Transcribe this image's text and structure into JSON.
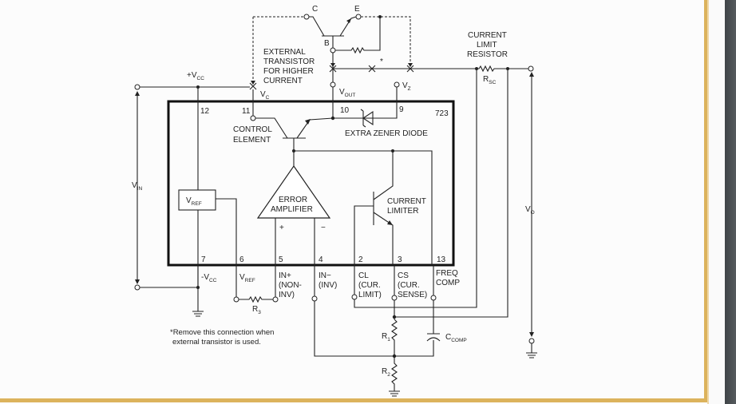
{
  "diagram": {
    "chip": "723",
    "transistor_pins": {
      "c": "C",
      "e": "E",
      "b": "B"
    },
    "external_transistor_label": [
      "EXTERNAL",
      "TRANSISTOR",
      "FOR HIGHER",
      "CURRENT"
    ],
    "current_limit_label": [
      "CURRENT",
      "LIMIT",
      "RESISTOR"
    ],
    "rsc": {
      "main": "R",
      "sub": "SC"
    },
    "vcc_plus": {
      "main": "+V",
      "sub": "CC"
    },
    "vc": {
      "main": "V",
      "sub": "C"
    },
    "vout": {
      "main": "V",
      "sub": "OUT"
    },
    "vz": {
      "main": "V",
      "sub": "Z"
    },
    "vin": {
      "main": "V",
      "sub": "IN"
    },
    "vo": {
      "main": "V",
      "sub": "O"
    },
    "control_element": [
      "CONTROL",
      "ELEMENT"
    ],
    "zener_label": "EXTRA ZENER DIODE",
    "vref_block": {
      "main": "V",
      "sub": "REF"
    },
    "error_amp": [
      "ERROR",
      "AMPLIFIER"
    ],
    "plus": "+",
    "minus": "−",
    "current_limiter": [
      "CURRENT",
      "LIMITER"
    ],
    "top_pins": [
      "12",
      "11",
      "10",
      "9"
    ],
    "bottom_pins": [
      "7",
      "6",
      "5",
      "4",
      "2",
      "3",
      "13"
    ],
    "bottom_labels": {
      "vcc_minus": {
        "main": "-V",
        "sub": "CC"
      },
      "vref": {
        "main": "V",
        "sub": "REF"
      },
      "in_plus": [
        "IN+",
        "(NON-",
        "INV)"
      ],
      "in_minus": [
        "IN−",
        "(INV)"
      ],
      "cl": [
        "CL",
        "(CUR.",
        "LIMIT)"
      ],
      "cs": [
        "CS",
        "(CUR.",
        "SENSE)"
      ],
      "freq": [
        "FREQ",
        "COMP"
      ]
    },
    "r3": {
      "main": "R",
      "sub": "3"
    },
    "r1": {
      "main": "R",
      "sub": "1"
    },
    "r2": {
      "main": "R",
      "sub": "2"
    },
    "ccomp": {
      "main": "C",
      "sub": "COMP"
    },
    "asterisk": "*",
    "note": [
      "*Remove this connection when",
      "external transistor is used."
    ]
  },
  "colors": {
    "frame_border": "#dcb35c",
    "scrollbar": "#52575a",
    "ink": "#222222"
  }
}
